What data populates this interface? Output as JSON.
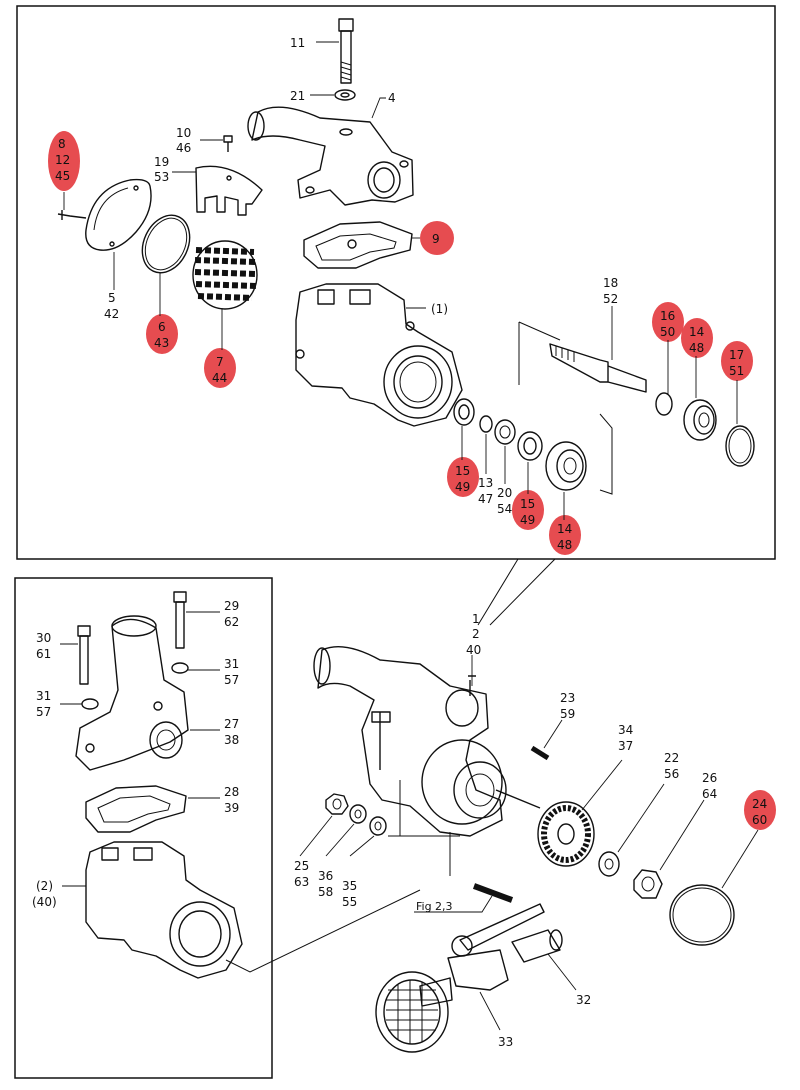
{
  "diagram": {
    "labels": {
      "l11": "11",
      "l21": "21",
      "l4": "4",
      "l10": "10",
      "l46": "46",
      "l19": "19",
      "l53": "53",
      "l8": "8",
      "l12": "12",
      "l45": "45",
      "l9": "9",
      "l5": "5",
      "l42": "42",
      "l6": "6",
      "l43": "43",
      "l7": "7",
      "l44": "44",
      "l1p": "(1)",
      "l18": "18",
      "l52": "52",
      "l16": "16",
      "l50": "50",
      "l14a": "14",
      "l48a": "48",
      "l17": "17",
      "l51": "51",
      "l15a": "15",
      "l49a": "49",
      "l13": "13",
      "l47": "47",
      "l20": "20",
      "l54": "54",
      "l15b": "15",
      "l49b": "49",
      "l14b": "14",
      "l48b": "48",
      "l1": "1",
      "l2": "2",
      "l40": "40",
      "l29": "29",
      "l62": "62",
      "l30": "30",
      "l61": "61",
      "l31a": "31",
      "l57a": "57",
      "l31b": "31",
      "l57b": "57",
      "l27": "27",
      "l38": "38",
      "l28": "28",
      "l39": "39",
      "l2p": "(2)",
      "l40p": "(40)",
      "l23": "23",
      "l59": "59",
      "l34": "34",
      "l37": "37",
      "l22": "22",
      "l56": "56",
      "l26": "26",
      "l64": "64",
      "l24": "24",
      "l60": "60",
      "l25": "25",
      "l63": "63",
      "l36": "36",
      "l58": "58",
      "l35": "35",
      "l55": "55",
      "lfig": "Fig 2,3",
      "l32": "32",
      "l33": "33"
    },
    "highlight_color": "#e0242a"
  }
}
